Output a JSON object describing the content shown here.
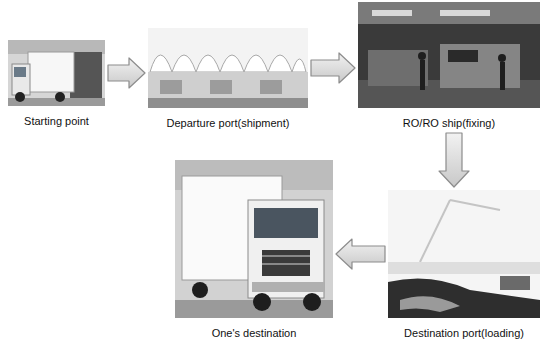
{
  "diagram": {
    "nodes": [
      {
        "text": [
          "Starting point"
        ]
      },
      {
        "text": [
          "Departure port(shipment)"
        ]
      },
      {
        "text": [
          "RO/RO ship(fixing)"
        ]
      },
      {
        "text": [
          "Destination port(loading)"
        ]
      },
      {
        "text": [
          "One's destination"
        ]
      }
    ],
    "edges": [
      {
        "from": 0,
        "to": 1,
        "arrow": "to"
      },
      {
        "from": 1,
        "to": 2,
        "arrow": "to"
      },
      {
        "from": 2,
        "to": 3,
        "arrow": "to"
      },
      {
        "from": 3,
        "to": 4,
        "arrow": "to"
      }
    ]
  }
}
